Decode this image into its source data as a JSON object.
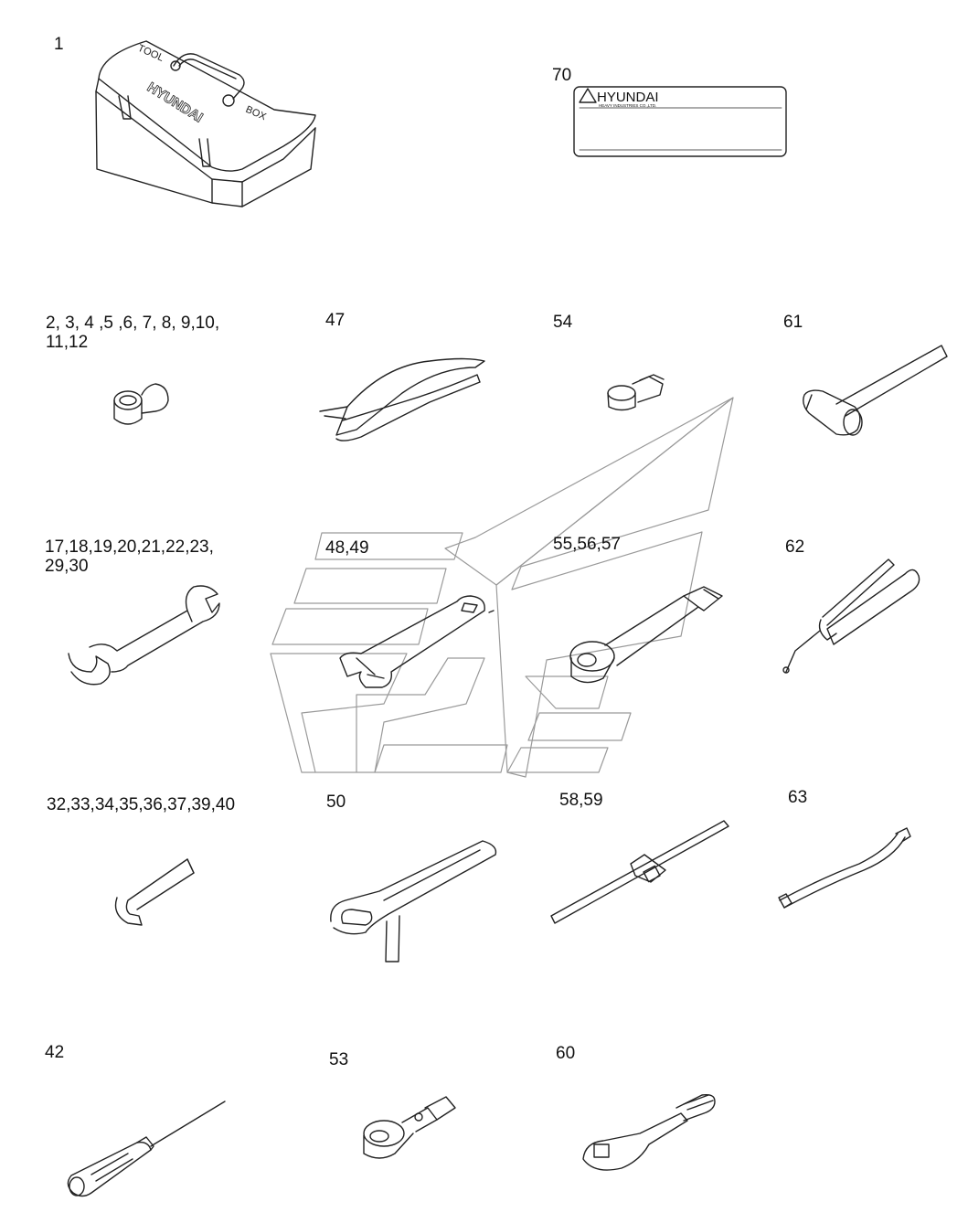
{
  "labels": {
    "toolbox": "1",
    "nameplate": "70",
    "sockets": "2, 3, 4 ,5 ,6, 7, 8, 9,10,\n11,12",
    "pliers": "47",
    "socket_adapter": "54",
    "hammer": "61",
    "spanners": "17,18,19,20,21,22,23,\n29,30",
    "adjustable_wrench": "48,49",
    "box_spanner": "55,56,57",
    "grease_gun": "62",
    "hex_keys": "32,33,34,35,36,37,39,40",
    "filter_wrench": "50",
    "tee_handle": "58,59",
    "grease_hose": "63",
    "screwdriver": "42",
    "universal_joint": "53",
    "ratchet": "60"
  },
  "toolbox_text": {
    "tool": "TOOL",
    "brand": "HYUNDAI",
    "box": "BOX"
  },
  "nameplate_text": {
    "brand": "HYUNDAI",
    "company": "HEAVY INDUSTRIES CO.,LTD."
  }
}
